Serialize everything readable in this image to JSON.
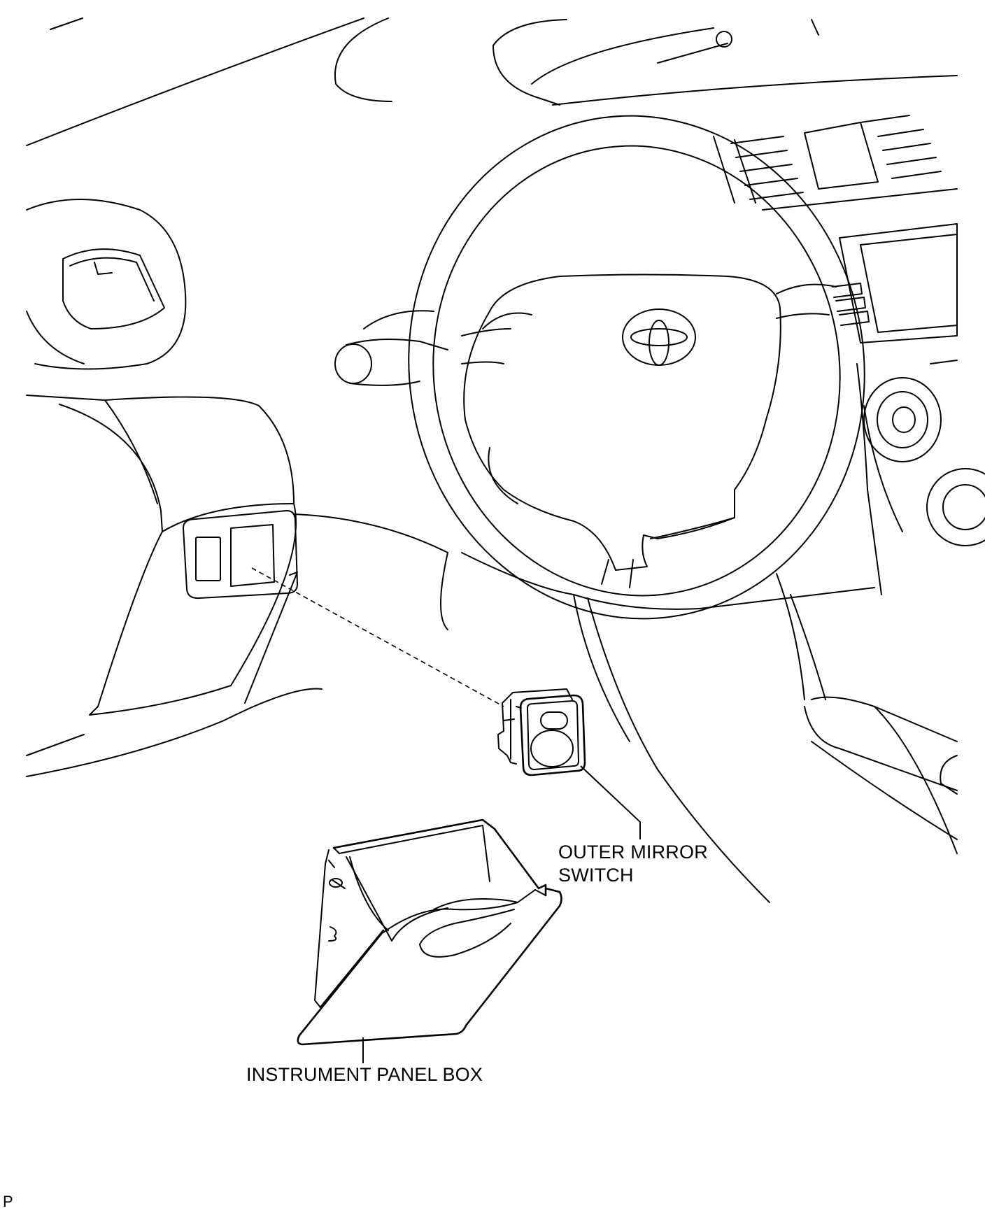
{
  "diagram": {
    "labels": {
      "outer_mirror_switch": [
        "OUTER MIRROR",
        "SWITCH"
      ],
      "instrument_panel_box": "INSTRUMENT PANEL BOX",
      "corner_code": "P"
    },
    "line_color": "#000000",
    "background_color": "#ffffff",
    "icons": {
      "emblem": "toyota-emblem-icon"
    }
  }
}
